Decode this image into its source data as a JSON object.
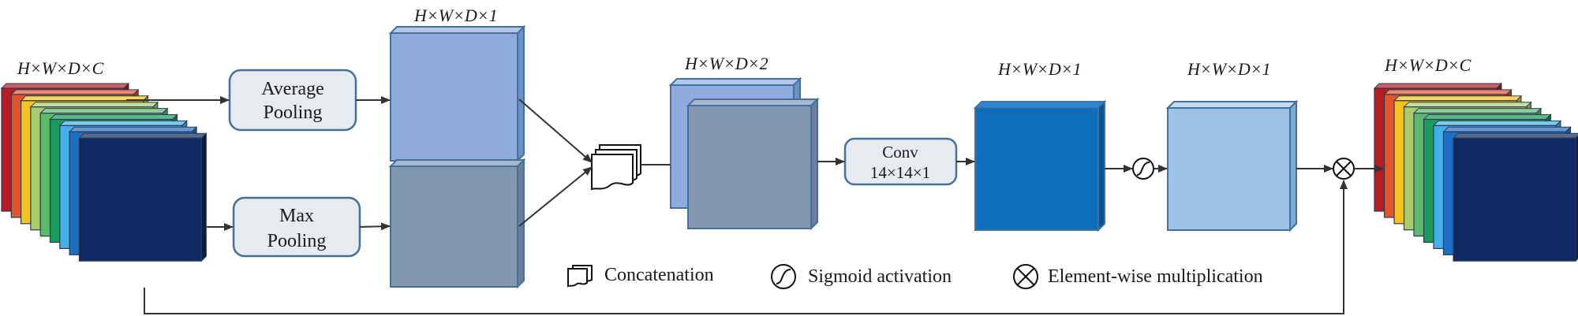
{
  "colors": {
    "feature_stack": [
      "#b81c22",
      "#e4532a",
      "#f6c21d",
      "#a9cd6a",
      "#5eb86c",
      "#1a9a5c",
      "#43b1e8",
      "#1d6fc4"
    ],
    "feature_front": "#0f2a62",
    "avg_map": "#8faadc",
    "max_map": "#8497b0",
    "conv_out": "#0f6ebc",
    "sigmoid_out": "#9dc3e6",
    "process_box_fill": "#e7eaee",
    "process_box_stroke": "#41719c"
  },
  "labels": {
    "input_dims": "H×W×D×C",
    "avg_dims": "H×W×D×1",
    "concat_dims": "H×W×D×2",
    "conv_dims": "H×W×D×1",
    "sigmoid_dims": "H×W×D×1",
    "output_dims": "H×W×D×C"
  },
  "boxes": {
    "avg_pool_line1": "Average",
    "avg_pool_line2": "Pooling",
    "max_pool_line1": "Max",
    "max_pool_line2": "Pooling",
    "conv_line1": "Conv",
    "conv_line2": "14×14×1"
  },
  "legend": {
    "concatenation": "Concatenation",
    "sigmoid": "Sigmoid activation",
    "multiplication": "Element-wise multiplication"
  }
}
